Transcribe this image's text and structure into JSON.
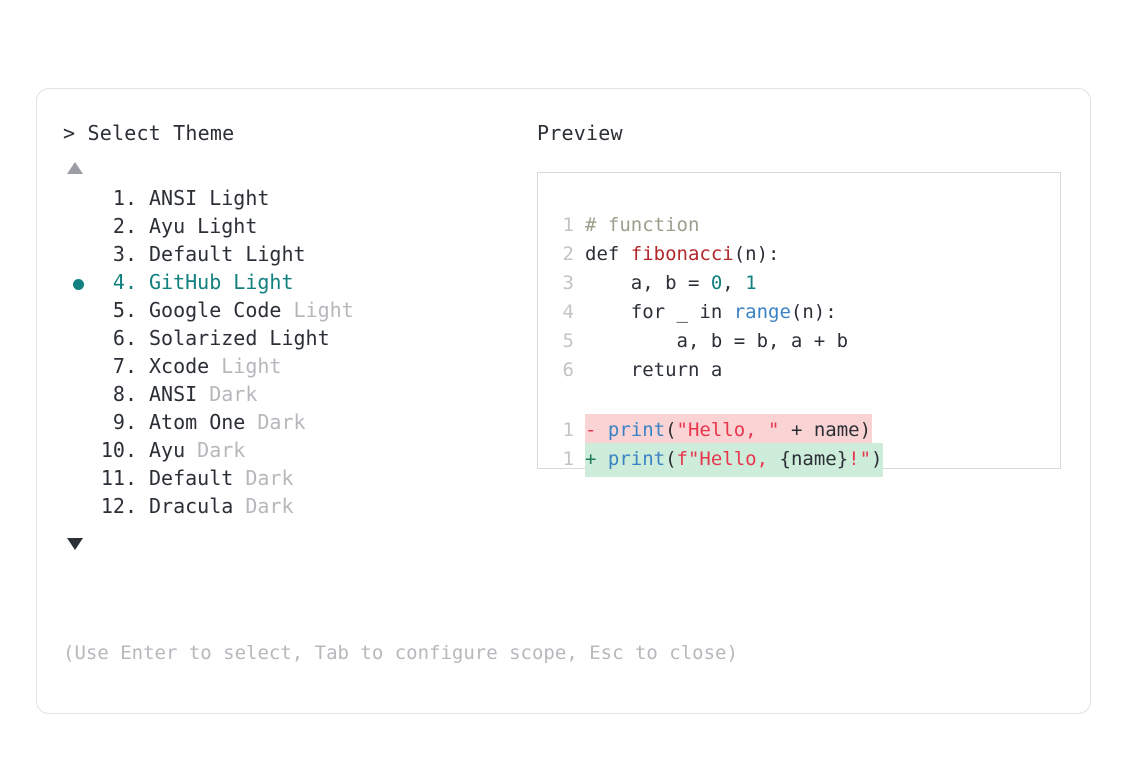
{
  "window": {
    "dots": [
      {
        "name": "close-dot",
        "color": "#f0574e"
      },
      {
        "name": "minimize-dot",
        "color": "#f5b32b"
      },
      {
        "name": "maximize-dot",
        "color": "#22b832"
      }
    ]
  },
  "selector": {
    "prompt": "> Select Theme",
    "scroll_up_icon": "triangle-up",
    "scroll_down_icon": "triangle-down",
    "selected_index": 4,
    "selection_bullet": "●",
    "accent_color": "#12807e",
    "items": [
      {
        "index": "1.",
        "name": "ANSI",
        "variant": "Light",
        "variant_muted": false,
        "selected": false
      },
      {
        "index": "2.",
        "name": "Ayu",
        "variant": "Light",
        "variant_muted": false,
        "selected": false
      },
      {
        "index": "3.",
        "name": "Default",
        "variant": "Light",
        "variant_muted": false,
        "selected": false
      },
      {
        "index": "4.",
        "name": "GitHub",
        "variant": "Light",
        "variant_muted": false,
        "selected": true
      },
      {
        "index": "5.",
        "name": "Google Code",
        "variant": "Light",
        "variant_muted": true,
        "selected": false
      },
      {
        "index": "6.",
        "name": "Solarized",
        "variant": "Light",
        "variant_muted": false,
        "selected": false
      },
      {
        "index": "7.",
        "name": "Xcode",
        "variant": "Light",
        "variant_muted": true,
        "selected": false
      },
      {
        "index": "8.",
        "name": "ANSI",
        "variant": "Dark",
        "variant_muted": true,
        "selected": false
      },
      {
        "index": "9.",
        "name": "Atom One",
        "variant": "Dark",
        "variant_muted": true,
        "selected": false
      },
      {
        "index": "10.",
        "name": "Ayu",
        "variant": "Dark",
        "variant_muted": true,
        "selected": false
      },
      {
        "index": "11.",
        "name": "Default",
        "variant": "Dark",
        "variant_muted": true,
        "selected": false
      },
      {
        "index": "12.",
        "name": "Dracula",
        "variant": "Dark",
        "variant_muted": true,
        "selected": false
      }
    ],
    "hint": "(Use Enter to select, Tab to configure scope, Esc to close)"
  },
  "preview": {
    "label": "Preview",
    "code_lines": [
      {
        "ln": "1",
        "tokens": [
          {
            "t": "# function",
            "c": "comment"
          }
        ]
      },
      {
        "ln": "2",
        "tokens": [
          {
            "t": "def ",
            "c": "plain"
          },
          {
            "t": "fibonacci",
            "c": "fn"
          },
          {
            "t": "(n):",
            "c": "plain"
          }
        ]
      },
      {
        "ln": "3",
        "tokens": [
          {
            "t": "    a, b = ",
            "c": "plain"
          },
          {
            "t": "0",
            "c": "num"
          },
          {
            "t": ", ",
            "c": "plain"
          },
          {
            "t": "1",
            "c": "num"
          }
        ]
      },
      {
        "ln": "4",
        "tokens": [
          {
            "t": "    for _ in ",
            "c": "plain"
          },
          {
            "t": "range",
            "c": "builtin"
          },
          {
            "t": "(n):",
            "c": "plain"
          }
        ]
      },
      {
        "ln": "5",
        "tokens": [
          {
            "t": "        a, b = b, a + b",
            "c": "plain"
          }
        ]
      },
      {
        "ln": "6",
        "tokens": [
          {
            "t": "    return a",
            "c": "plain"
          }
        ]
      }
    ],
    "diff_lines": [
      {
        "ln": "1",
        "type": "del",
        "marker": "-",
        "tokens": [
          {
            "t": "print",
            "c": "builtin"
          },
          {
            "t": "(",
            "c": "plain"
          },
          {
            "t": "\"Hello, \"",
            "c": "str"
          },
          {
            "t": " + name)",
            "c": "plain"
          }
        ]
      },
      {
        "ln": "1",
        "type": "add",
        "marker": "+",
        "tokens": [
          {
            "t": "print",
            "c": "builtin"
          },
          {
            "t": "(",
            "c": "plain"
          },
          {
            "t": "f\"Hello, ",
            "c": "str"
          },
          {
            "t": "{name}",
            "c": "plain"
          },
          {
            "t": "!\"",
            "c": "str"
          },
          {
            "t": ")",
            "c": "plain"
          }
        ]
      }
    ],
    "diff_colors": {
      "delete_background": "#fad4d4",
      "add_background": "#cdecd9"
    }
  }
}
